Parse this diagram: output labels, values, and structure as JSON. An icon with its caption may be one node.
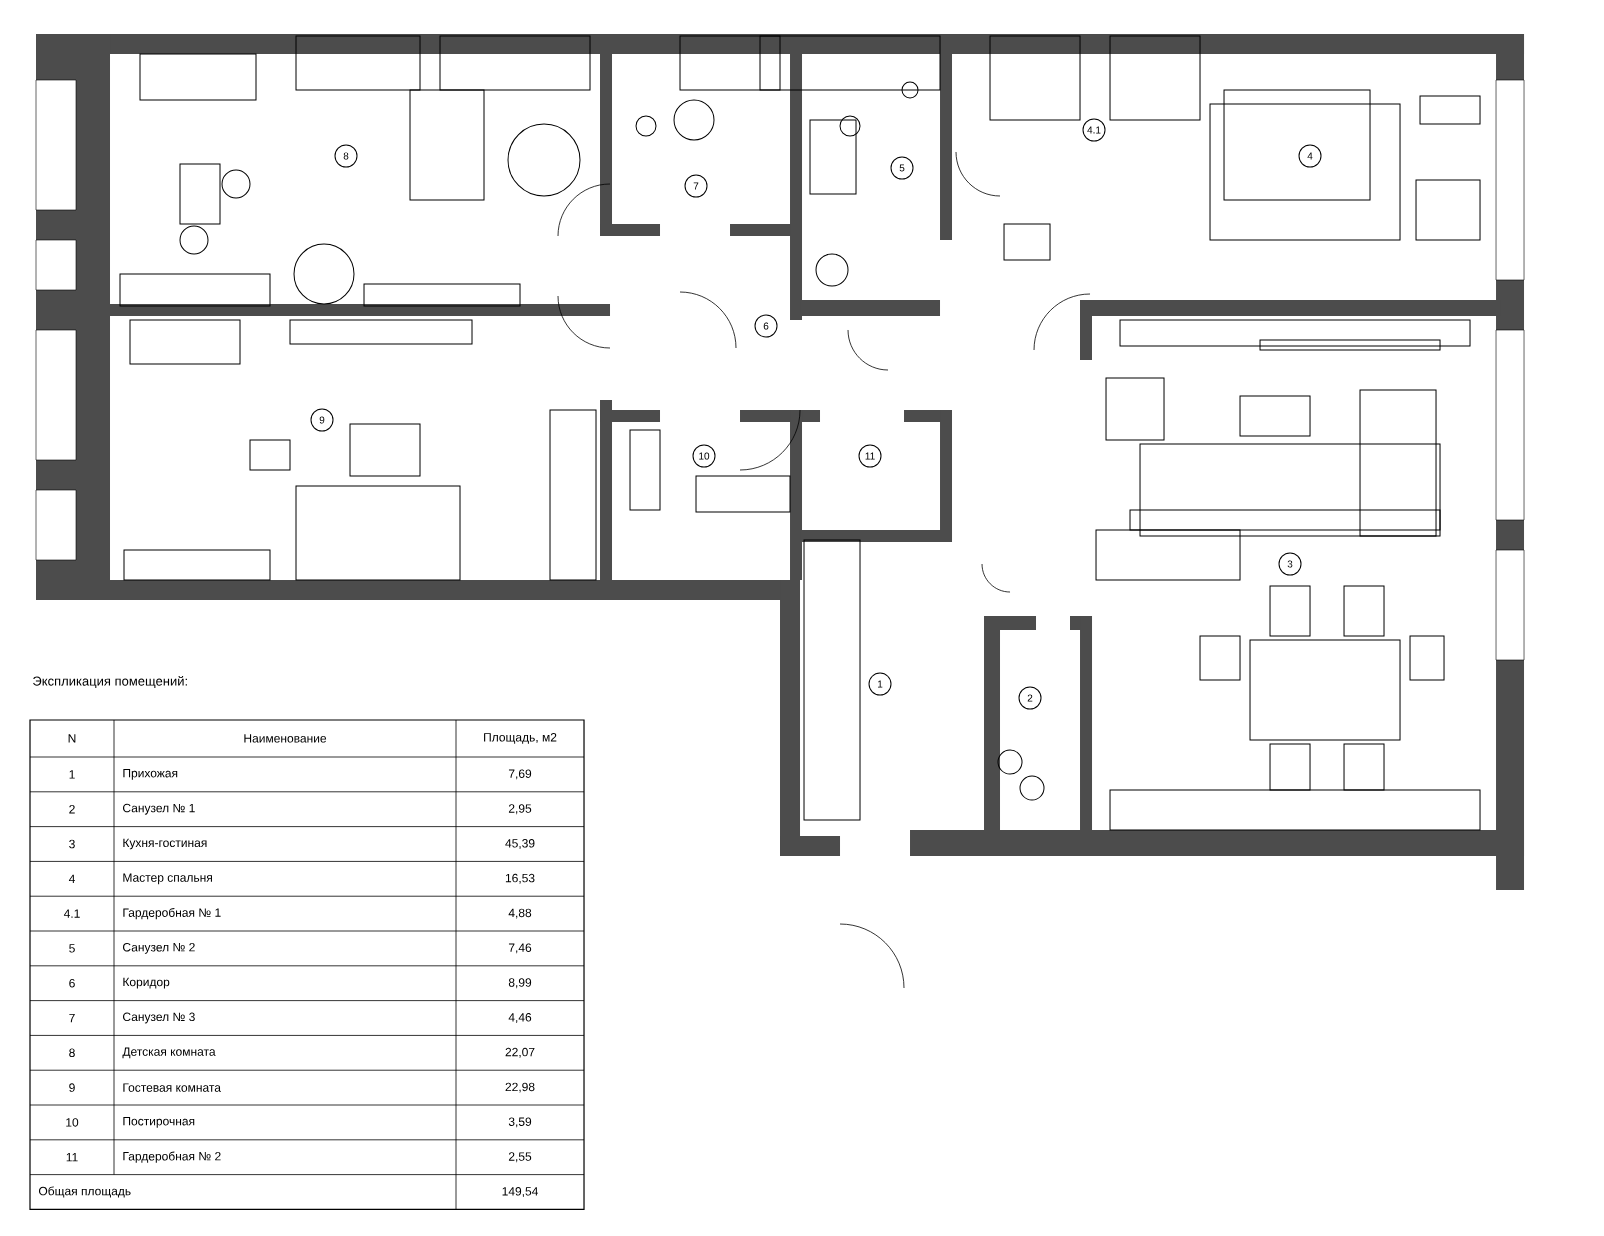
{
  "diagram": {
    "nodes": [
      {
        "text": [
          "8"
        ]
      },
      {
        "text": [
          "7"
        ]
      },
      {
        "text": [
          "5"
        ]
      },
      {
        "text": [
          "4.1"
        ]
      },
      {
        "text": [
          "4"
        ]
      },
      {
        "text": [
          "6"
        ]
      },
      {
        "text": [
          "9"
        ]
      },
      {
        "text": [
          "10"
        ]
      },
      {
        "text": [
          "11"
        ]
      },
      {
        "text": [
          "3"
        ]
      },
      {
        "text": [
          "1"
        ]
      },
      {
        "text": [
          "2"
        ]
      }
    ],
    "labels": [
      "Экспликация помещений:",
      "N",
      "Наименование",
      "Площадь, м2",
      "1",
      "Прихожая",
      "7,69",
      "2",
      "Санузел № 1",
      "2,95",
      "3",
      "Кухня-гостиная",
      "45,39",
      "4",
      "Мастер спальня",
      "16,53",
      "4.1",
      "Гардеробная № 1",
      "4,88",
      "5",
      "Санузел № 2",
      "7,46",
      "6",
      "Коридор",
      "8,99",
      "7",
      "Санузел № 3",
      "4,46",
      "8",
      "Детская комната",
      "22,07",
      "9",
      "Гостевая комната",
      "22,98",
      "10",
      "Постирочная",
      "3,59",
      "11",
      "Гардеробная № 2",
      "2,55",
      "Общая площадь",
      "149,54"
    ]
  }
}
